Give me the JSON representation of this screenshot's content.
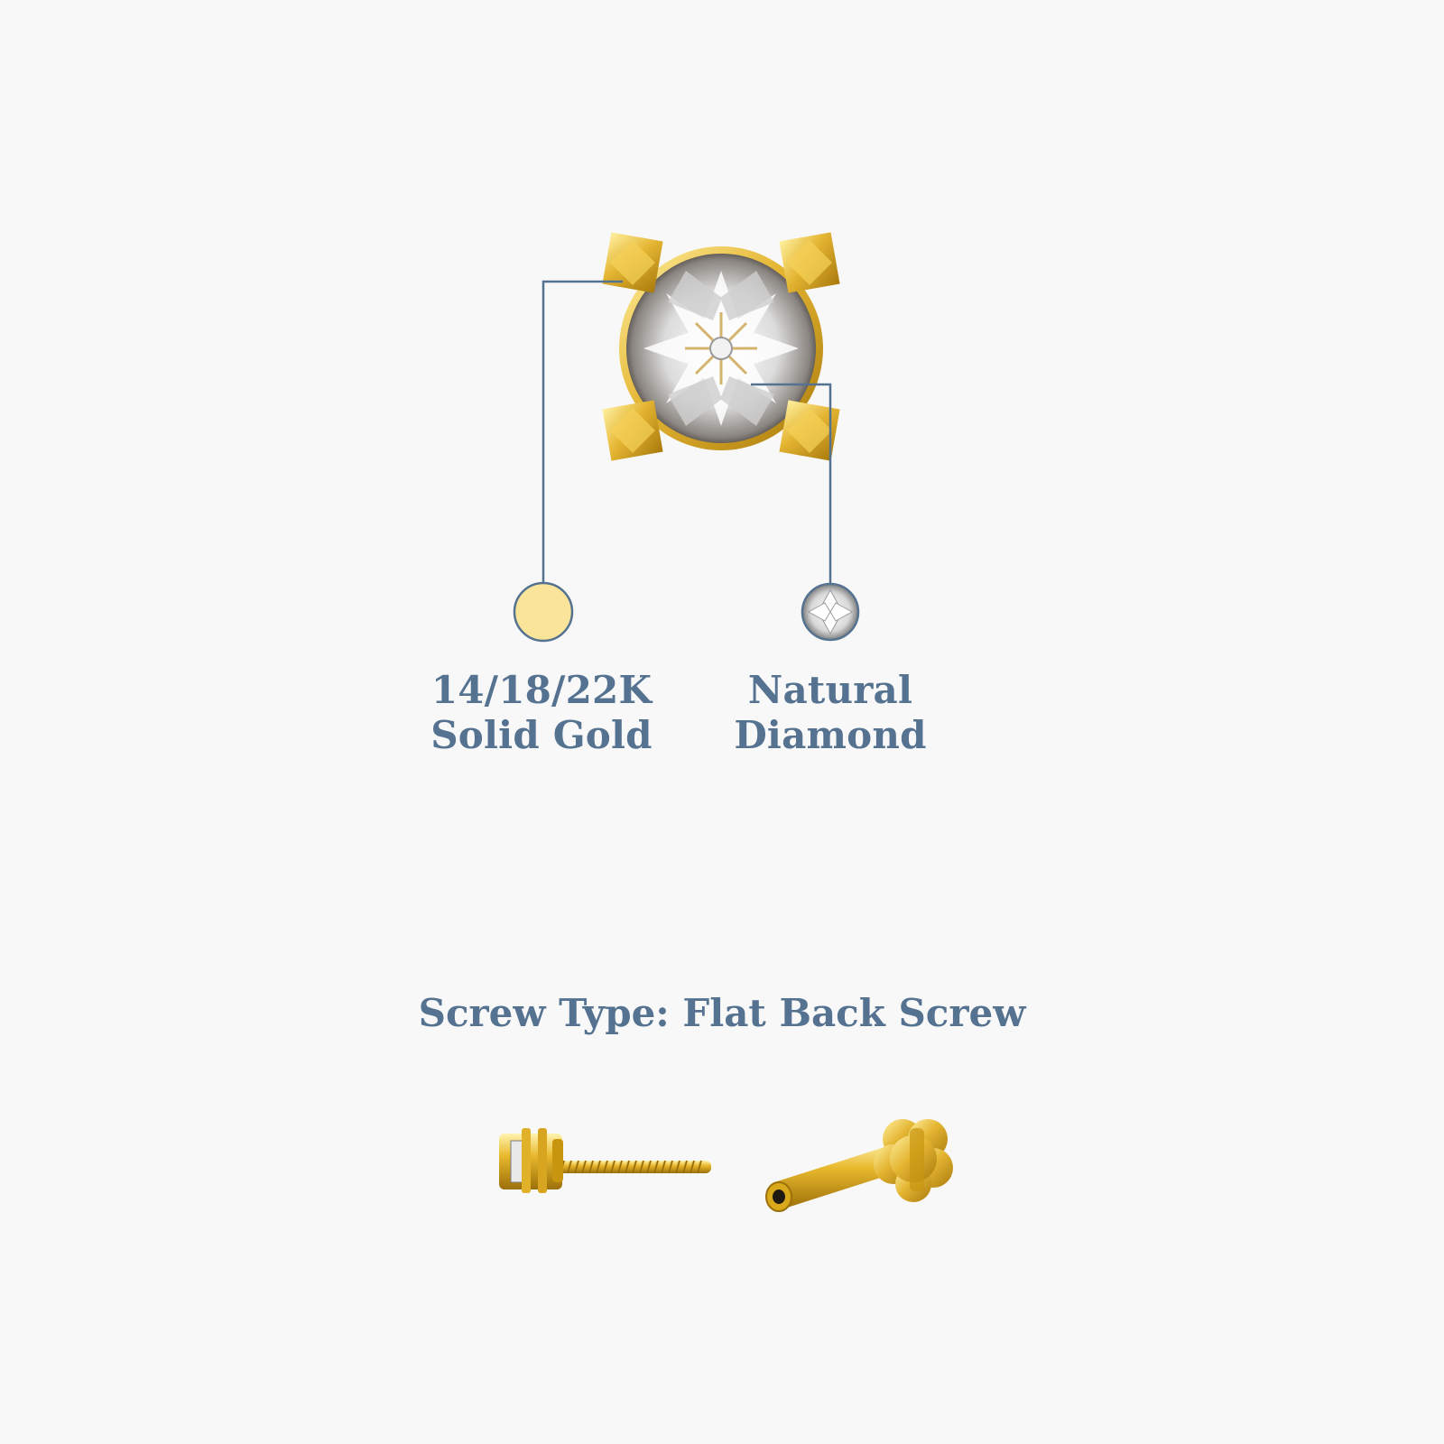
{
  "features": [
    {
      "line1": "14/18/22K",
      "line2": "Solid Gold",
      "swatch": "gold-swatch",
      "color": "#f9e49a"
    },
    {
      "line1": "Natural",
      "line2": "Diamond",
      "swatch": "diamond-swatch",
      "color": "#ffffff"
    }
  ],
  "screw": {
    "title": "Screw Type: Flat Back Screw"
  },
  "colors": {
    "accent": "#557290",
    "gold": "#d9a91b",
    "background": "#f8f8f8"
  }
}
